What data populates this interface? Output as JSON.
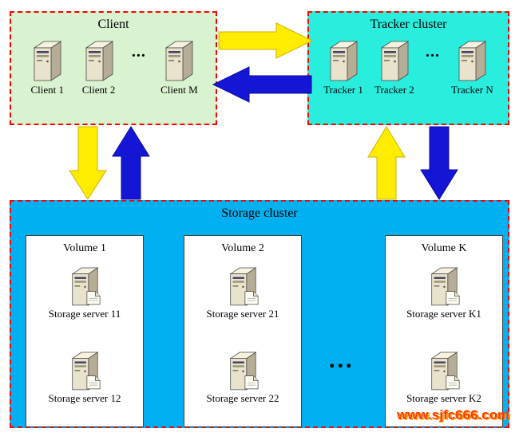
{
  "client_cluster": {
    "title": "Client",
    "ellipsis": "...",
    "items": [
      {
        "label": "Client 1"
      },
      {
        "label": "Client 2"
      },
      {
        "label": "Client M"
      }
    ]
  },
  "tracker_cluster": {
    "title": "Tracker cluster",
    "ellipsis": "...",
    "items": [
      {
        "label": "Tracker 1"
      },
      {
        "label": "Tracker 2"
      },
      {
        "label": "Tracker N"
      }
    ]
  },
  "storage_cluster": {
    "title": "Storage cluster",
    "ellipsis": "...",
    "volumes": [
      {
        "title": "Volume 1",
        "servers": [
          {
            "label": "Storage server 11"
          },
          {
            "label": "Storage server 12"
          }
        ]
      },
      {
        "title": "Volume 2",
        "servers": [
          {
            "label": "Storage server 21"
          },
          {
            "label": "Storage server 22"
          }
        ]
      },
      {
        "title": "Volume K",
        "servers": [
          {
            "label": "Storage server K1"
          },
          {
            "label": "Storage server K2"
          }
        ]
      }
    ]
  },
  "watermark": {
    "text": "www.sjfc666.com"
  },
  "colors": {
    "client_bg": "#d9f2cf",
    "tracker_bg": "#2aeedd",
    "storage_bg": "#00b0f0",
    "cluster_border": "#ff0000",
    "arrow_yellow": "#ffec00",
    "arrow_blue": "#1515d6",
    "watermark_red": "#ff3c00",
    "watermark_orange": "#ffa31a"
  }
}
